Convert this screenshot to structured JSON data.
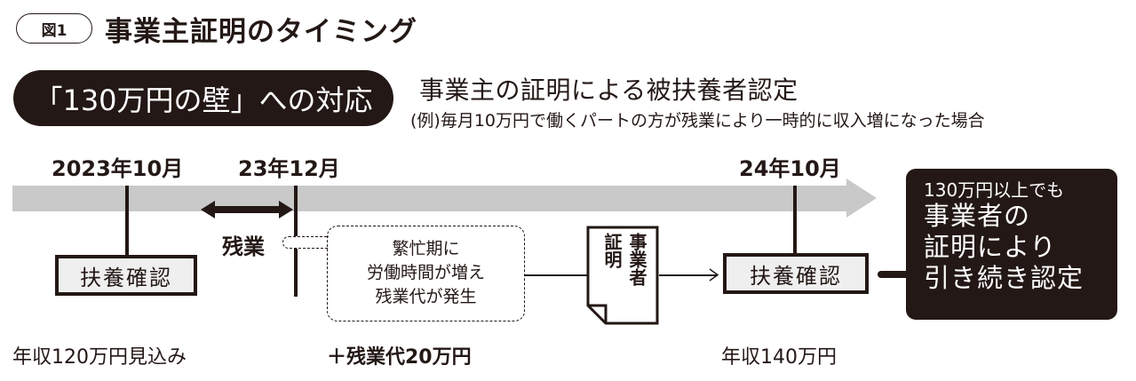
{
  "header": {
    "figure_label": "図1",
    "title": "事業主証明のタイミング"
  },
  "banner": {
    "pill_text": "「130万円の壁」への対応",
    "subtitle": "事業主の証明による被扶養者認定",
    "note": "(例)毎月10万円で働くパートの方が残業により一時的に収入増になった場合"
  },
  "timeline": {
    "dates": [
      "2023年10月",
      "23年12月",
      "24年10月"
    ],
    "overtime_label": "残業",
    "first_check": "扶養確認",
    "bubble_lines": [
      "繁忙期に",
      "労働時間が増え",
      "残業代が発生"
    ],
    "document": {
      "col1": "事業者",
      "col2": "証明"
    },
    "second_check": "扶養確認"
  },
  "result": {
    "line1": "130万円以上でも",
    "line2": "事業者の",
    "line3": "証明により",
    "line4": "引き続き認定"
  },
  "bottom_labels": {
    "income_estimate": "年収120万円見込み",
    "overtime_pay": "＋残業代20万円",
    "income_result": "年収140万円"
  },
  "colors": {
    "dark": "#231815",
    "timeline_bar": "#c9c9c9",
    "box_fill": "#efefef"
  }
}
